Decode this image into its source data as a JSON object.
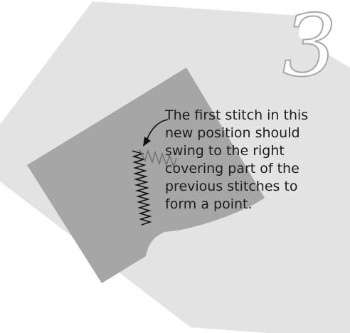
{
  "step": {
    "number": "3"
  },
  "callout": {
    "lines": [
      "The first stitch in this",
      "new position should",
      "swing to the right",
      "covering part of the",
      "previous stitches to",
      "form a point."
    ]
  },
  "colors": {
    "background_fabric": "#e3e3e3",
    "applique_patch": "#a6a6a6",
    "stitching": "#111111",
    "step_number_outline": "#a8a8a8"
  }
}
